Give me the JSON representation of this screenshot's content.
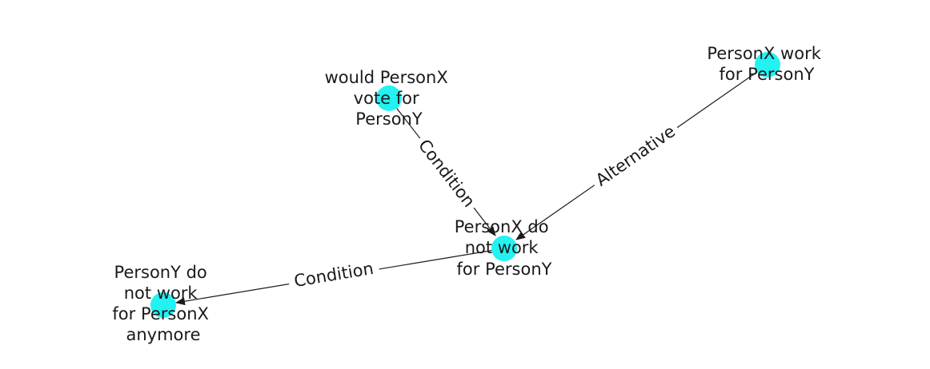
{
  "colors": {
    "node_fill": "#22f2f2",
    "edge_stroke": "#1a1a1a",
    "label_text": "#1a1a1a",
    "background": "#ffffff"
  },
  "nodes": [
    {
      "id": "n1",
      "lines": [
        "would PersonX",
        "vote for",
        "PersonY"
      ]
    },
    {
      "id": "n2",
      "lines": [
        "PersonX work",
        "for PersonY"
      ]
    },
    {
      "id": "n3",
      "lines": [
        "PersonX do",
        "not work",
        "for PersonY"
      ]
    },
    {
      "id": "n4",
      "lines": [
        "PersonY do",
        "not work",
        "for PersonX",
        "anymore"
      ]
    }
  ],
  "edges": [
    {
      "id": "e1",
      "from": "n1",
      "to": "n3",
      "label": "Condition"
    },
    {
      "id": "e2",
      "from": "n2",
      "to": "n3",
      "label": "Alternative"
    },
    {
      "id": "e3",
      "from": "n3",
      "to": "n4",
      "label": "Condition"
    }
  ]
}
